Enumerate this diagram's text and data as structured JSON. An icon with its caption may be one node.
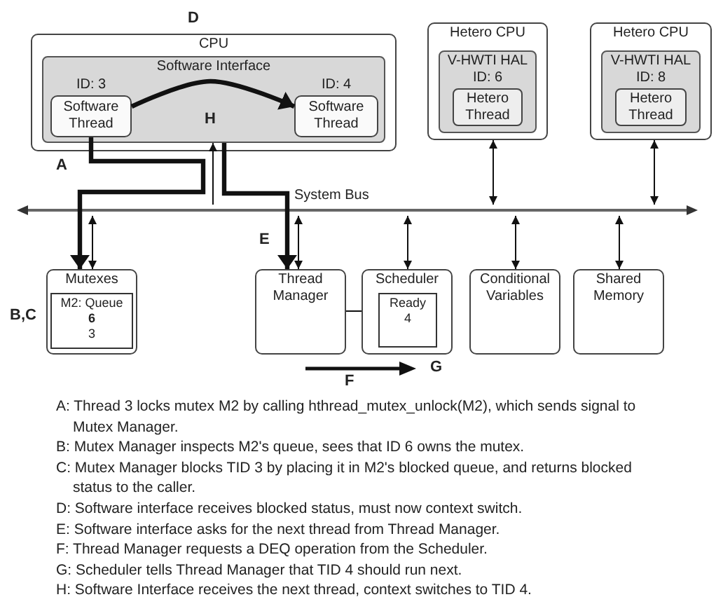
{
  "diagram": {
    "nodes": [
      {
        "text": [
          "CPU"
        ]
      },
      {
        "text": [
          "Software Interface"
        ],
        "in": 0
      },
      {
        "text": [
          "Software Thread"
        ],
        "in": 1,
        "beside": [
          "ID: 3"
        ]
      },
      {
        "text": [
          "Software Thread"
        ],
        "in": 1,
        "beside": [
          "ID: 4"
        ]
      },
      {
        "text": [
          "Hetero CPU"
        ]
      },
      {
        "text": [
          "V-HWTI HAL",
          "ID: 6"
        ],
        "in": 4
      },
      {
        "text": [
          "Hetero Thread"
        ],
        "in": 5
      },
      {
        "text": [
          "Hetero CPU"
        ]
      },
      {
        "text": [
          "V-HWTI HAL",
          "ID: 8"
        ],
        "in": 7
      },
      {
        "text": [
          "Hetero Thread"
        ],
        "in": 8
      },
      {
        "text": [],
        "shape": "bar"
      },
      {
        "text": [
          "Mutexes"
        ]
      },
      {
        "text": [
          "M2: Queue",
          "6",
          "3"
        ],
        "in": 11
      },
      {
        "text": [
          "Thread Manager"
        ]
      },
      {
        "text": [
          "Scheduler"
        ]
      },
      {
        "text": [
          "Ready",
          "4"
        ],
        "in": 14
      },
      {
        "text": [
          "Conditional Variables"
        ]
      },
      {
        "text": [
          "Shared Memory"
        ]
      }
    ],
    "edges": [
      {
        "from": 2,
        "to": 11,
        "arrow": "to",
        "style": "thick",
        "label": "A"
      },
      {
        "from": 1,
        "to": 13,
        "arrow": "to",
        "style": "thick",
        "label": "E"
      },
      {
        "from": 10,
        "to": 1,
        "arrow": "to"
      },
      {
        "from": 10,
        "to": 11,
        "arrow": "both"
      },
      {
        "from": 10,
        "to": 13,
        "arrow": "both"
      },
      {
        "from": 10,
        "to": 14,
        "arrow": "both"
      },
      {
        "from": 10,
        "to": 16,
        "arrow": "both"
      },
      {
        "from": 10,
        "to": 17,
        "arrow": "both"
      },
      {
        "from": 4,
        "to": 10,
        "arrow": "both"
      },
      {
        "from": 7,
        "to": 10,
        "arrow": "both"
      },
      {
        "from": 13,
        "to": 14,
        "arrow": "none"
      },
      {
        "from": 2,
        "to": 3,
        "arrow": "to",
        "style": "thick",
        "label": "H"
      }
    ],
    "labels": [
      "D",
      "System Bus",
      "B,C",
      "F",
      "G",
      "A: Thread 3 locks mutex M2 by calling hthread_mutex_unlock(M2), which sends signal to Mutex Manager.",
      "B: Mutex Manager inspects M2's queue, sees that ID 6 owns the mutex.",
      "C: Mutex Manager blocks TID 3 by placing it in M2's blocked queue, and returns blocked status to the caller.",
      "D: Software interface receives blocked status, must now context switch.",
      "E: Software interface asks for the next thread from Thread Manager.",
      "F: Thread Manager requests a DEQ operation from the Scheduler.",
      "G: Scheduler tells Thread Manager that TID 4 should run next.",
      "H: Software Interface receives the next thread, context switches to TID 4."
    ]
  }
}
